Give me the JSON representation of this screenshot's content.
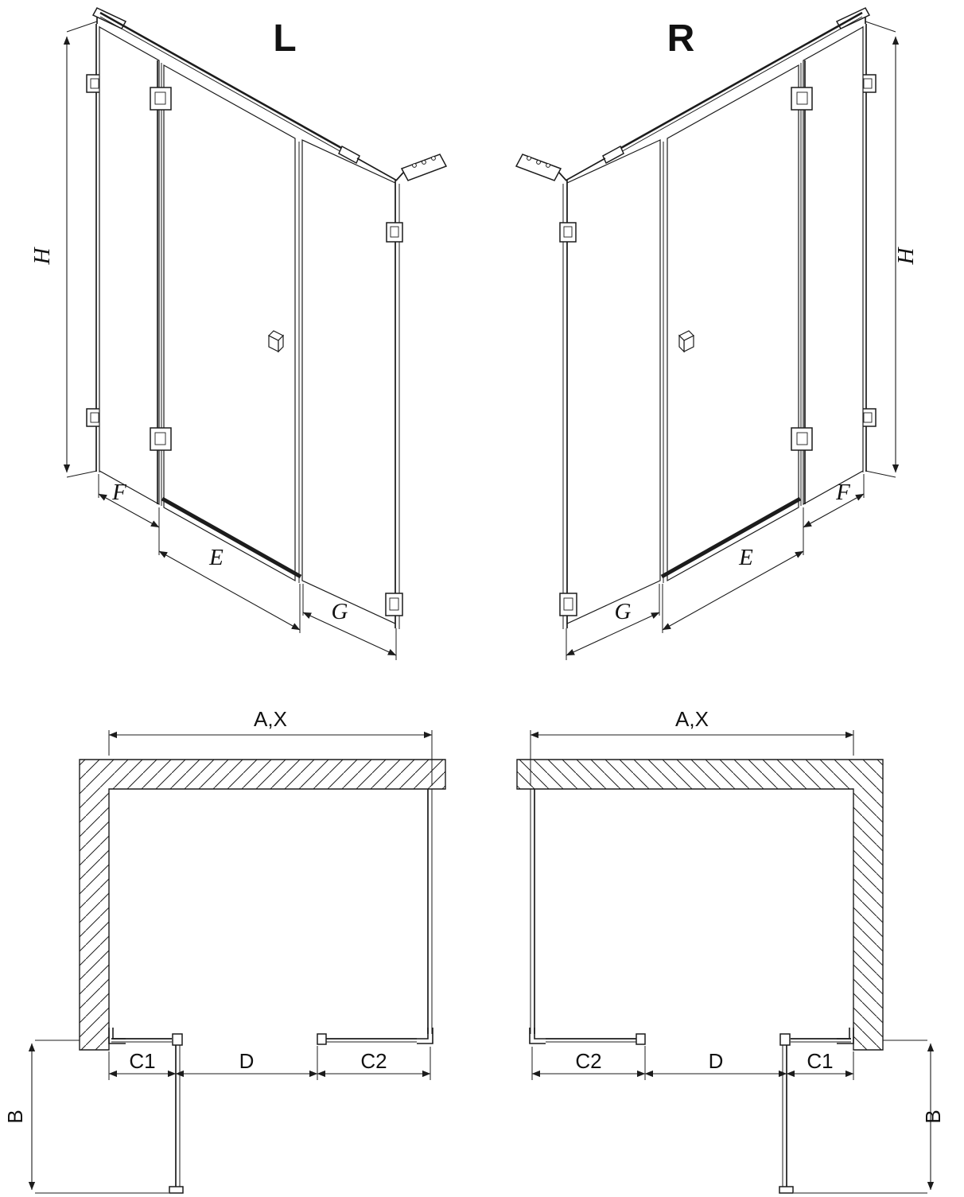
{
  "colors": {
    "line": "#1c1c1c",
    "background": "#ffffff"
  },
  "iso_left": {
    "title": "L",
    "height": "H",
    "fixed_panel": "F",
    "door": "E",
    "side_panel": "G"
  },
  "iso_right": {
    "title": "R",
    "height": "H",
    "fixed_panel": "F",
    "door": "E",
    "side_panel": "G"
  },
  "plan_left": {
    "width": "A,X",
    "depth": "B",
    "c1": "C1",
    "door": "D",
    "c2": "C2"
  },
  "plan_right": {
    "width": "A,X",
    "depth": "B",
    "c1": "C1",
    "door": "D",
    "c2": "C2"
  }
}
